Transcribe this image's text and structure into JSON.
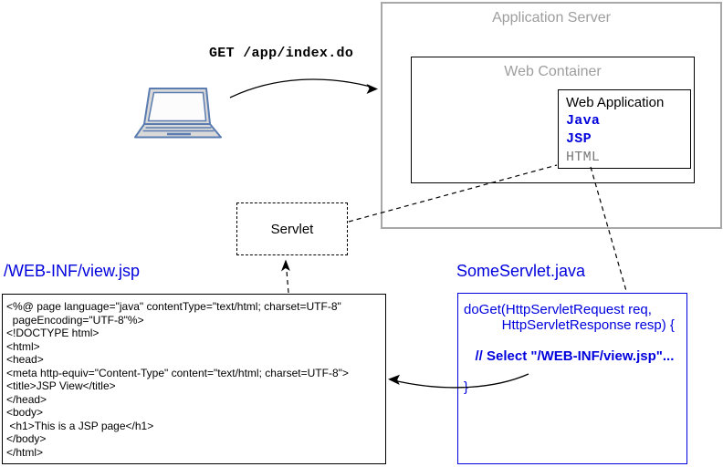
{
  "colors": {
    "accent_blue": "#0000dd",
    "gray_border": "#a8a8a8",
    "gray_text": "#9e9e9e",
    "code_gray": "#787878",
    "line_black": "#000000",
    "laptop_stroke": "#5b7cb0",
    "laptop_fill": "#d9d9d9"
  },
  "request": {
    "label": "GET /app/index.do"
  },
  "app_server": {
    "title": "Application Server"
  },
  "web_container": {
    "title": "Web Container"
  },
  "web_app": {
    "title": "Web Application",
    "items": [
      {
        "label": "Java",
        "style": "blue-mono-bold"
      },
      {
        "label": "JSP",
        "style": "blue-mono-bold"
      },
      {
        "label": "HTML",
        "style": "gray-mono"
      }
    ]
  },
  "servlet_box": {
    "label": "Servlet"
  },
  "jsp_file": {
    "title": "/WEB-INF/view.jsp",
    "lines": [
      "<%@ page language=\"java\" contentType=\"text/html; charset=UTF-8\"",
      "  pageEncoding=\"UTF-8\"%>",
      "<!DOCTYPE html>",
      "<html>",
      "<head>",
      "<meta http-equiv=\"Content-Type\" content=\"text/html; charset=UTF-8\">",
      "<title>JSP View</title>",
      "</head>",
      "<body>",
      " <h1>This is a JSP page</h1>",
      "</body>",
      "</html>"
    ]
  },
  "servlet_file": {
    "title": "SomeServlet.java",
    "lines": [
      "doGet(HttpServletRequest req,",
      "          HttpServletResponse resp) {",
      "",
      "   // Select \"/WEB-INF/view.jsp\"...",
      "",
      "}"
    ]
  }
}
